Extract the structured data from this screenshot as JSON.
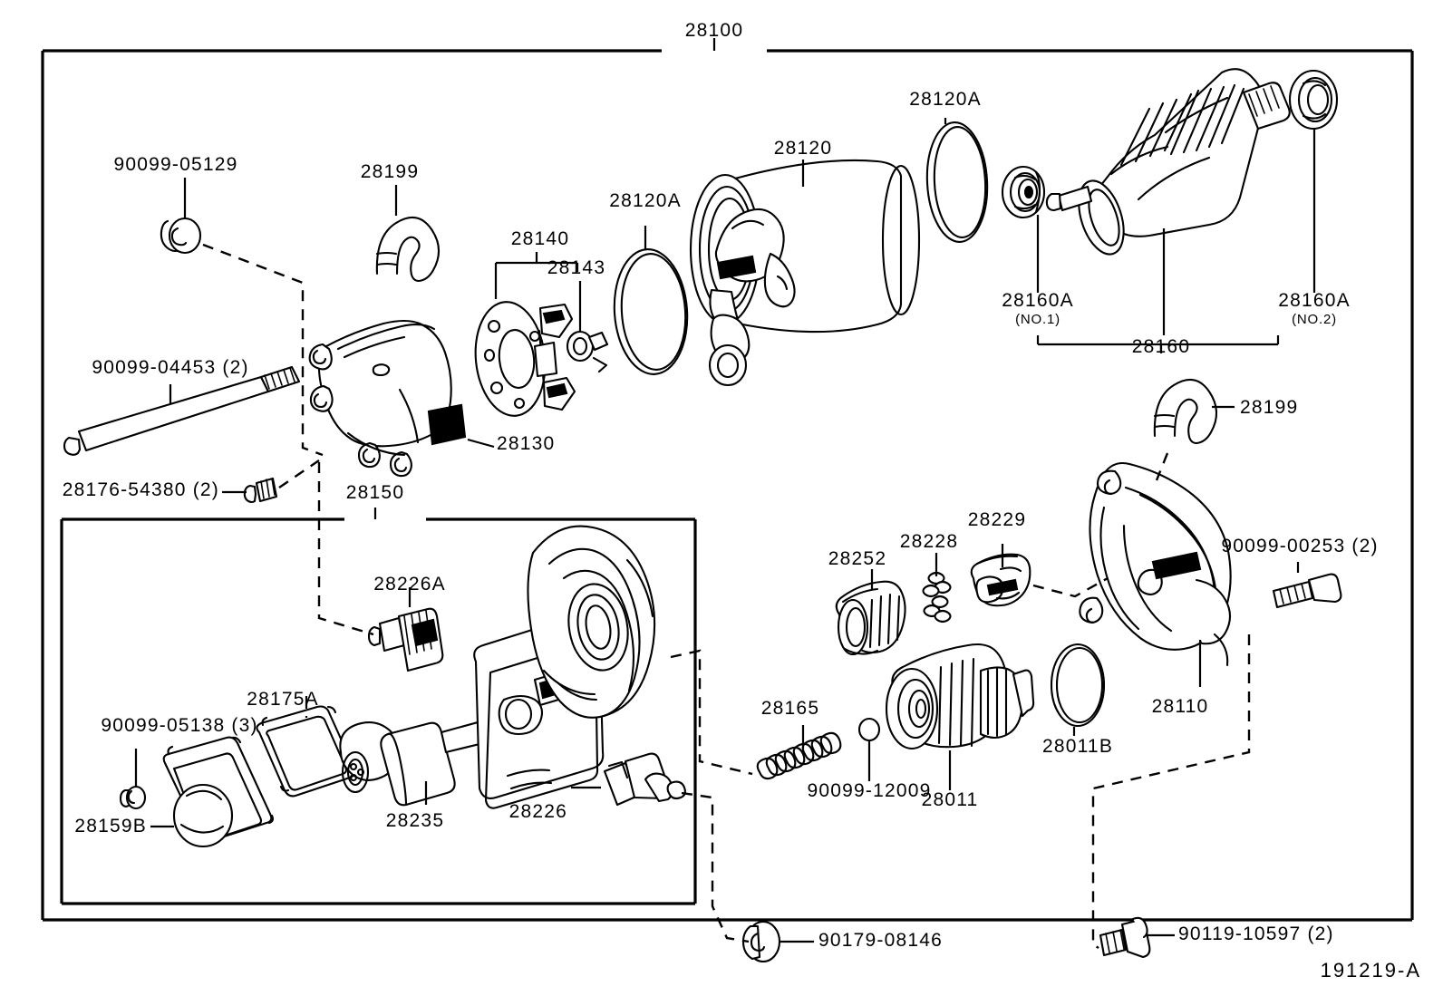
{
  "diagram": {
    "title_code": "28100",
    "drawing_id": "191219-A",
    "assembly_group_label": "28150",
    "frame": {
      "outer": "parts-frame-outer",
      "inner": "parts-frame-inner"
    }
  },
  "labels": {
    "top_assembly": "28100",
    "bushing_upper_left": "90099-05129",
    "hook_left": "28199",
    "end_cover": "28140",
    "brush_holder": "28143",
    "housing_rear": "28130",
    "long_bolt": "90099-04453 (2)",
    "screw_small": "28176-54380 (2)",
    "sub_assembly": "28150",
    "o_ring_left": "28120A",
    "field_frame": "28120",
    "o_ring_right": "28120A",
    "bearing_no1": "28160A",
    "bearing_no1_sub": "(NO.1)",
    "bearing_no2": "28160A",
    "bearing_no2_sub": "(NO.2)",
    "armature": "28160",
    "hook_right": "28199",
    "bolt_right": "90099-00253 (2)",
    "magnet_switch_plate": "28226A",
    "gasket": "28175A",
    "nut_lower_left": "90099-05138 (3)",
    "plunger_cap": "28159B",
    "solenoid": "28235",
    "terminal": "28226",
    "spring": "28165",
    "ball": "90099-12009",
    "clutch": "28011",
    "o_ring_clutch": "28011B",
    "internal_gear": "28252",
    "pin_set": "28228",
    "planetary_carrier": "28229",
    "drive_housing": "28110",
    "bolt_bottom_center": "90179-08146",
    "bolt_bottom_right": "90119-10597 (2)"
  },
  "colors": {
    "line": "#000000",
    "background": "#ffffff"
  }
}
